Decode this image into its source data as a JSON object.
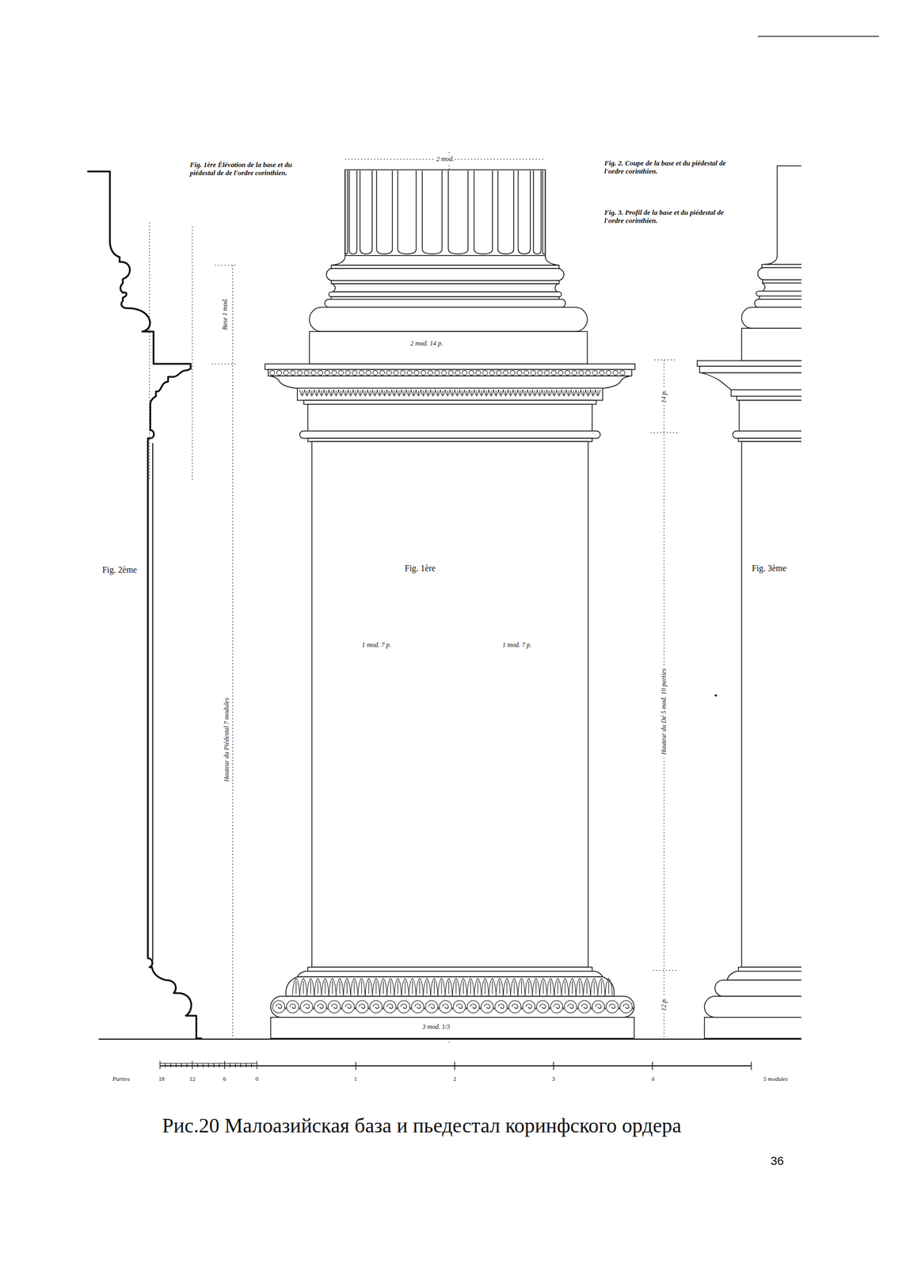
{
  "diagram": {
    "caption": "Рис.20 Малоазийская база и пьедестал коринфского ордера",
    "labels": [
      "Fig. 1ère Élévation de la base et du piédestal de de l'ordre corinthien.",
      "Fig. 2. Coupe de la base et du piédestal de l'ordre corinthien.",
      "Fig. 3. Profil de la base et du piédestal de l'ordre corinthien.",
      "2 mod.",
      "Base 1 mod.",
      "2 mod. 14 p.",
      "14 p.",
      "Fig. 2ème",
      "Fig. 1ère",
      "Fig. 3ème",
      "1 mod. 7 p.",
      "1 mod. 7 p.",
      "Hauteur du Piédestal 7 modules",
      "Hauteur du Dé 5 mod. 10 parties",
      "12 p.",
      "3 mod. 1/3",
      "Parties",
      "18",
      "12",
      "6",
      "0",
      "1",
      "2",
      "3",
      "4",
      "5 modules",
      "36"
    ]
  }
}
